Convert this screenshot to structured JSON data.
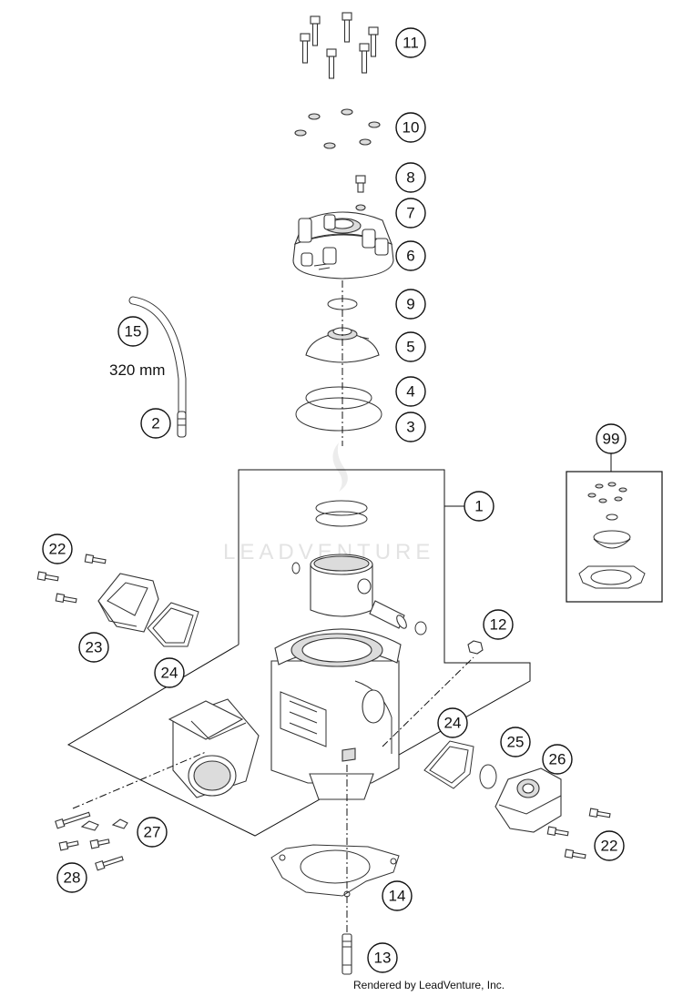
{
  "callouts": {
    "c11": "11",
    "c10": "10",
    "c8": "8",
    "c7": "7",
    "c6": "6",
    "c9": "9",
    "c5": "5",
    "c4": "4",
    "c3": "3",
    "c15": "15",
    "c2": "2",
    "c99": "99",
    "c1": "1",
    "c22a": "22",
    "c23": "23",
    "c24a": "24",
    "c12": "12",
    "c24b": "24",
    "c25": "25",
    "c26": "26",
    "c27": "27",
    "c28": "28",
    "c22b": "22",
    "c14": "14",
    "c13": "13"
  },
  "hose_length": "320 mm",
  "watermark": "LEADVENTURE",
  "footer": "Rendered by LeadVenture, Inc."
}
